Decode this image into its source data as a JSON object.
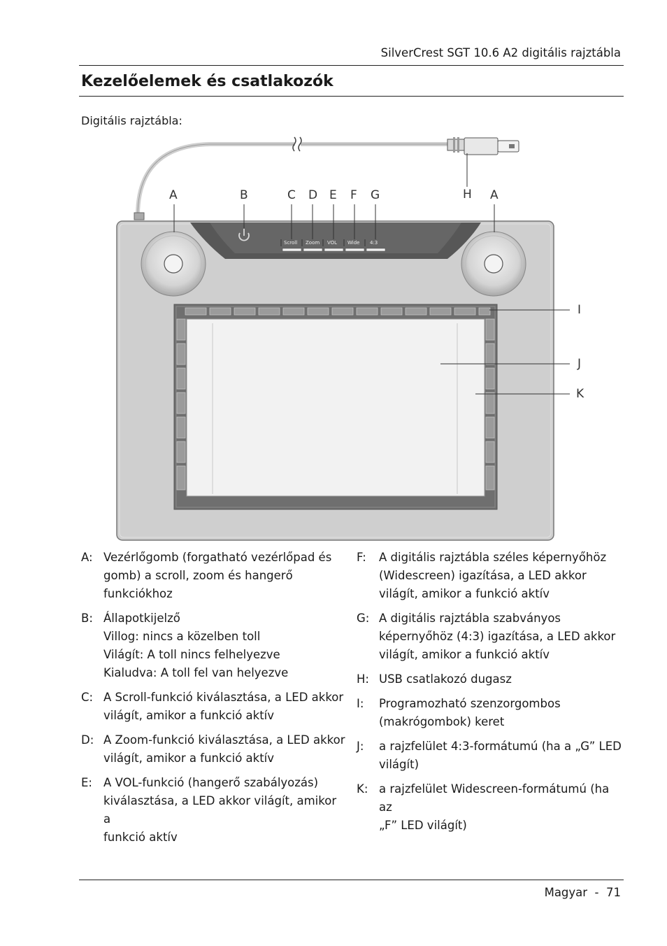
{
  "header": {
    "running_title": "SilverCrest SGT 10.6 A2 digitális rajztábla"
  },
  "section": {
    "title": "Kezelőelemek és csatlakozók"
  },
  "figure": {
    "caption": "Digitális rajztábla:",
    "callouts": {
      "A": "A",
      "B": "B",
      "C": "C",
      "D": "D",
      "E": "E",
      "F": "F",
      "G": "G",
      "H": "H",
      "I": "I",
      "J": "J",
      "K": "K"
    },
    "buttons": [
      "Scroll",
      "Zoom",
      "VOL",
      "Wide",
      "4:3"
    ]
  },
  "legend_left": [
    {
      "key": "A:",
      "text": "Vezérlőgomb (forgatható vezérlőpad és\ngomb) a scroll, zoom és hangerő\nfunkciókhoz"
    },
    {
      "key": "B:",
      "text": "Állapotkijelző\nVillog: nincs a közelben toll\nVilágít: A toll nincs felhelyezve\nKialudva: A toll fel van helyezve"
    },
    {
      "key": "C:",
      "text": "A Scroll-funkció kiválasztása, a LED akkor\nvilágít, amikor a funkció aktív"
    },
    {
      "key": "D:",
      "text": "A Zoom-funkció kiválasztása, a LED akkor\nvilágít, amikor a funkció aktív"
    },
    {
      "key": "E:",
      "text": "A VOL-funkció (hangerő szabályozás)\nkiválasztása, a LED akkor világít, amikor a\nfunkció aktív"
    }
  ],
  "legend_right": [
    {
      "key": "F:",
      "text": "A digitális rajztábla széles képernyőhöz\n(Widescreen) igazítása, a LED akkor\nvilágít, amikor a funkció aktív"
    },
    {
      "key": "G:",
      "text": "A digitális rajztábla szabványos\nképernyőhöz (4:3) igazítása, a LED akkor\nvilágít, amikor a funkció aktív"
    },
    {
      "key": "H:",
      "text": "USB csatlakozó dugasz"
    },
    {
      "key": "I:",
      "text": "Programozható szenzorgombos\n(makrógombok) keret"
    },
    {
      "key": "J:",
      "text": "a rajzfelület 4:3-formátumú (ha a „G” LED\nvilágít)"
    },
    {
      "key": "K:",
      "text": "a rajzfelület Widescreen-formátumú (ha az\n„F” LED világít)"
    }
  ],
  "footer": {
    "page_label": "Magyar  -  71"
  }
}
